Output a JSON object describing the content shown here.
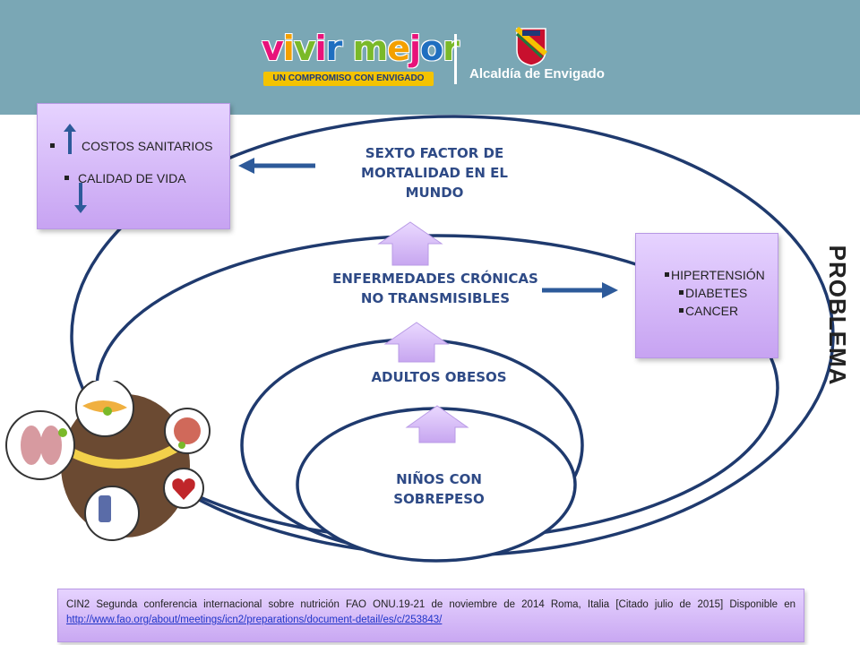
{
  "header": {
    "brand_word_letters": [
      "v",
      "i",
      "v",
      "i",
      "r",
      " ",
      "m",
      "e",
      "j",
      "o",
      "r"
    ],
    "brand_word_colors": [
      "#e8127a",
      "#f4a000",
      "#7ab929",
      "#e8127a",
      "#1f6fc0",
      "#000000",
      "#7ab929",
      "#f4a000",
      "#e8127a",
      "#1f6fc0",
      "#7ab929"
    ],
    "brand_tagline": "UN COMPROMISO CON ENVIGADO",
    "municipality": "Alcaldía de Envigado"
  },
  "stages": {
    "sexto": "SEXTO FACTOR DE MORTALIDAD EN EL MUNDO",
    "enfermedades": "ENFERMEDADES CRÓNICAS NO TRANSMISIBLES",
    "adultos": "ADULTOS OBESOS",
    "ninos": "NIÑOS CON SOBREPESO"
  },
  "costs_box": {
    "items": [
      "COSTOS SANITARIOS",
      "CALIDAD DE VIDA"
    ]
  },
  "diseases_box": {
    "items": [
      "HIPERTENSIÓN",
      "DIABETES",
      "CANCER"
    ]
  },
  "side_label": "PROBLEMA",
  "reference": {
    "text": "CIN2 Segunda conferencia internacional sobre nutrición FAO ONU.19-21 de noviembre de 2014 Roma, Italia [Citado julio de 2015] Disponible en",
    "link": "http://www.fao.org/about/meetings/icn2/preparations/document-detail/es/c/253843/"
  },
  "colors": {
    "header_bg": "#7aa7b5",
    "ellipse_stroke": "#1f3a6e",
    "stage_text": "#2e4a86",
    "box_fill": "#d9bff9",
    "arrow_fill": "#d8b8f5",
    "arrow_blue": "#2d5a9a"
  }
}
